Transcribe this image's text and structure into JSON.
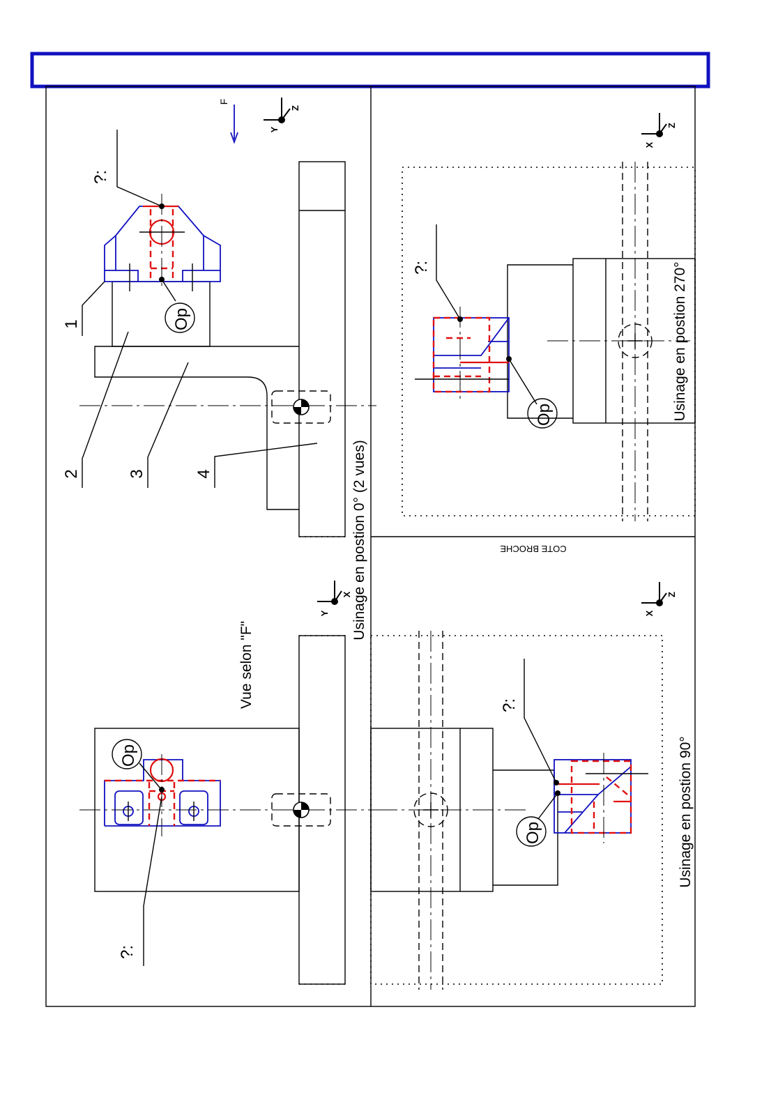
{
  "header": {
    "title": ""
  },
  "views": {
    "pos0": {
      "caption": "Usinage en postion 0° (2 vues)"
    },
    "pos90": {
      "caption": "Usinage en postion 90°"
    },
    "pos270": {
      "caption": "Usinage en postion 270°"
    },
    "vueF": {
      "caption": "Vue selon \"F\""
    }
  },
  "cote_broche": "COTE BROCHE",
  "arrow_f": "F",
  "op_label": "Op",
  "unknown_label": "?:",
  "parts": [
    "1",
    "2",
    "3",
    "4"
  ],
  "axes": {
    "x": "X",
    "y": "Y",
    "z": "Z"
  },
  "colors": {
    "frame_blue": "#1010c0",
    "part_blue": "#1010c0",
    "machining_red": "#e01010",
    "line_black": "#000000"
  }
}
